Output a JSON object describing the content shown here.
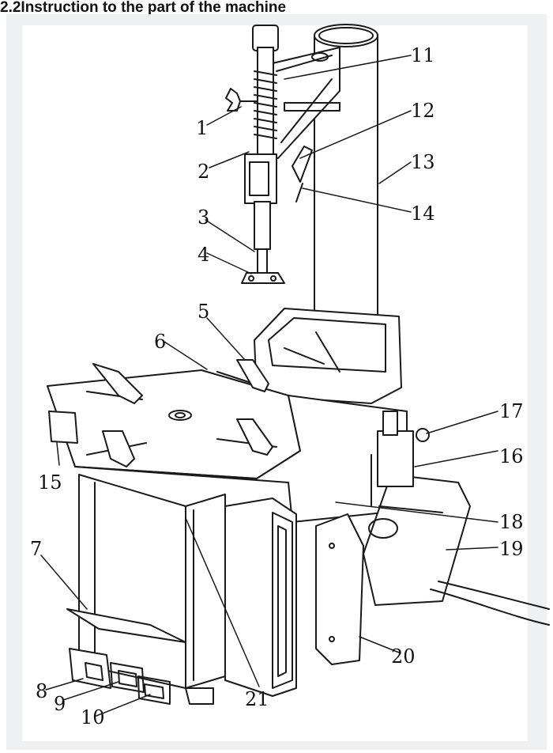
{
  "title": "2.2Instruction to the part of the machine",
  "callouts": {
    "c1": "1",
    "c2": "2",
    "c3": "3",
    "c4": "4",
    "c5": "5",
    "c6": "6",
    "c7": "7",
    "c8": "8",
    "c9": "9",
    "c10": "10",
    "c11": "11",
    "c12": "12",
    "c13": "13",
    "c14": "14",
    "c15": "15",
    "c16": "16",
    "c17": "17",
    "c18": "18",
    "c19": "19",
    "c20": "20",
    "c21": "21"
  }
}
